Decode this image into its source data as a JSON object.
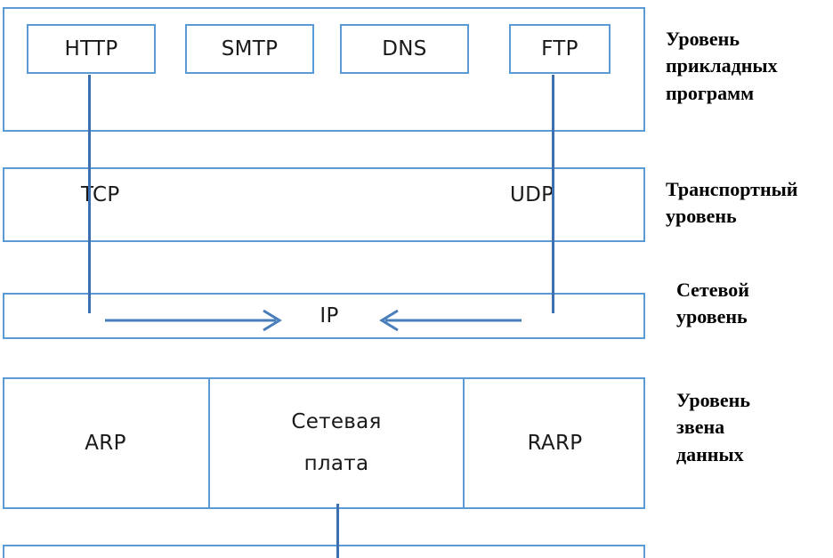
{
  "diagram": {
    "title": "TCP/IP protocol stack layers",
    "accent_color": "#5B9BD5",
    "line_color": "#3E6FAF",
    "text_color": "#1a1a1a",
    "layers": [
      {
        "id": "application",
        "caption": "Уровень\nприкладных\nпрограмм",
        "protocols": [
          "HTTP",
          "SMTP",
          "DNS",
          "FTP"
        ]
      },
      {
        "id": "transport",
        "caption": "Транспортный\nуровень",
        "protocols": [
          "TCP",
          "UDP"
        ]
      },
      {
        "id": "network",
        "caption": "Сетевой\nуровень",
        "protocols": [
          "IP"
        ]
      },
      {
        "id": "datalink",
        "caption": "Уровень\nзвена\nданных",
        "protocols": [
          "ARP",
          "Сетевая плата",
          "RARP"
        ]
      }
    ],
    "application": {
      "http": "HTTP",
      "smtp": "SMTP",
      "dns": "DNS",
      "ftp": "FTP",
      "caption": "Уровень\nприкладных\nпрограмм"
    },
    "transport": {
      "tcp": "TCP",
      "udp": "UDP",
      "caption": "Транспортный\nуровень"
    },
    "network": {
      "ip": "IP",
      "caption": "Сетевой\nуровень"
    },
    "datalink": {
      "arp": "ARP",
      "nic_line1": "Сетевая",
      "nic_line2": "плата",
      "rarp": "RARP",
      "caption": "Уровень\nзвена\nданных"
    }
  }
}
